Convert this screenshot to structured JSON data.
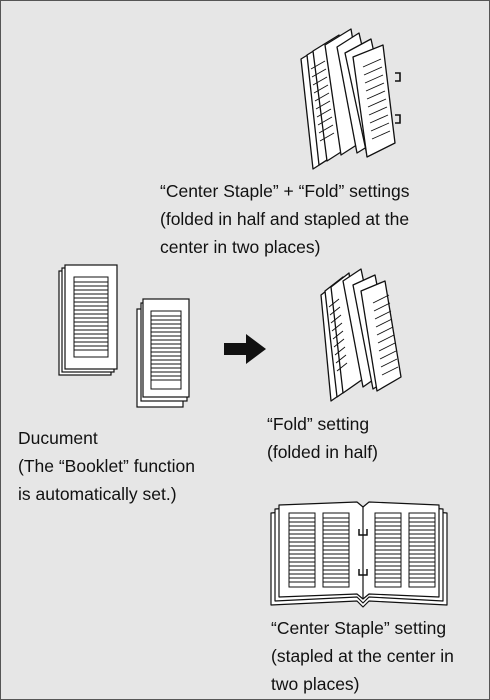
{
  "colors": {
    "background": "#e6e6e6",
    "border": "#555555",
    "ink": "#111111",
    "paper": "#ffffff"
  },
  "center_staple_fold": {
    "icon": "stapled-folded-booklet-icon",
    "caption": [
      "“Center Staple” + “Fold” settings",
      "(folded in half and stapled at the",
      "center in two places)"
    ]
  },
  "document": {
    "icon": "document-stack-icon",
    "caption": [
      "Ducument",
      "(The “Booklet” function",
      "is automatically set.)"
    ]
  },
  "arrow": {
    "icon": "right-arrow-icon"
  },
  "fold": {
    "icon": "folded-booklet-icon",
    "caption": [
      "“Fold” setting",
      "(folded in half)"
    ]
  },
  "center_staple": {
    "icon": "open-stapled-booklet-icon",
    "caption": [
      "“Center Staple” setting",
      "(stapled at the center in",
      "two places)"
    ]
  }
}
